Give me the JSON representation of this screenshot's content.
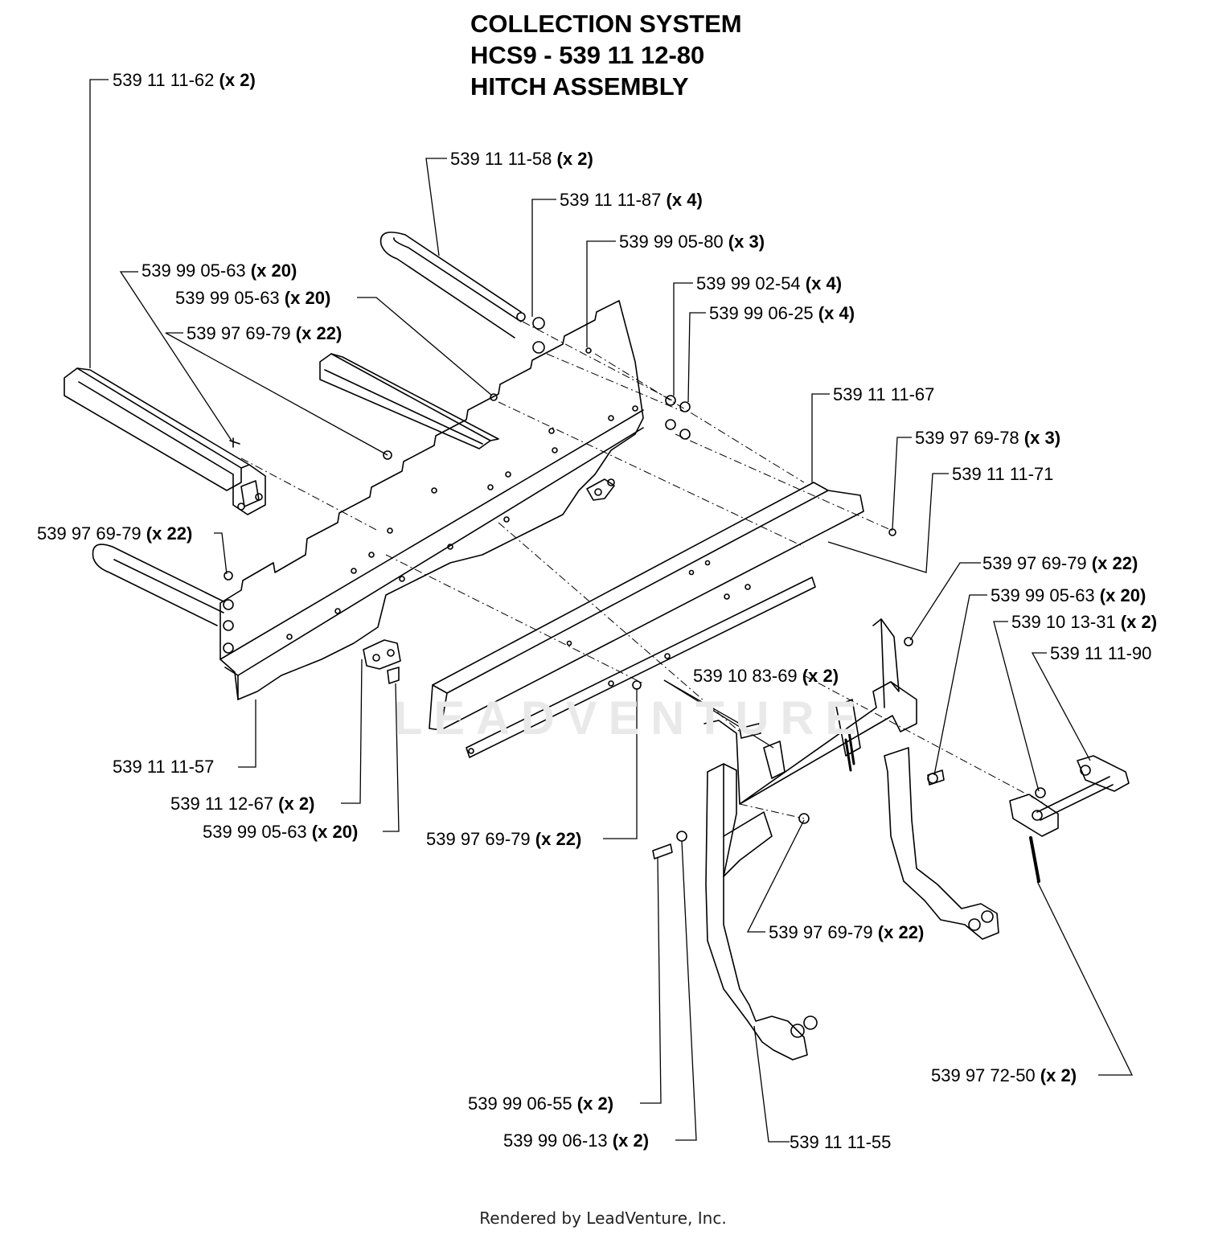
{
  "title": {
    "line1": "COLLECTION SYSTEM",
    "line2": "HCS9 - 539 11 12-80",
    "line3": "HITCH ASSEMBLY"
  },
  "watermark": "LEADVENTURE",
  "footer": "Rendered by LeadVenture, Inc.",
  "labels": [
    {
      "part": "539 11 11-62",
      "qty": "(x 2)"
    },
    {
      "part": "539 11 11-58",
      "qty": "(x 2)"
    },
    {
      "part": "539 11 11-87",
      "qty": "(x 4)"
    },
    {
      "part": "539 99 05-80",
      "qty": "(x 3)"
    },
    {
      "part": "539 99 05-63",
      "qty": "(x 20)"
    },
    {
      "part": "539 99 02-54",
      "qty": "(x 4)"
    },
    {
      "part": "539 99 05-63",
      "qty": "(x 20)"
    },
    {
      "part": "539 99 06-25",
      "qty": "(x 4)"
    },
    {
      "part": "539 97 69-79",
      "qty": "(x 22)"
    },
    {
      "part": "539 11 11-67",
      "qty": ""
    },
    {
      "part": "539 97 69-78",
      "qty": "(x 3)"
    },
    {
      "part": "539 11 11-71",
      "qty": ""
    },
    {
      "part": "539 97 69-79",
      "qty": "(x 22)"
    },
    {
      "part": "539 97 69-79",
      "qty": "(x 22)"
    },
    {
      "part": "539 99 05-63",
      "qty": "(x 20)"
    },
    {
      "part": "539 10 13-31",
      "qty": "(x 2)"
    },
    {
      "part": "539 11 11-90",
      "qty": ""
    },
    {
      "part": "539 10 83-69",
      "qty": "(x 2)"
    },
    {
      "part": "539 11 11-57",
      "qty": ""
    },
    {
      "part": "539 11 12-67",
      "qty": "(x 2)"
    },
    {
      "part": "539 99 05-63",
      "qty": "(x 20)"
    },
    {
      "part": "539 97 69-79",
      "qty": "(x 22)"
    },
    {
      "part": "539 97 69-79",
      "qty": "(x 22)"
    },
    {
      "part": "539 97 72-50",
      "qty": "(x 2)"
    },
    {
      "part": "539 99 06-55",
      "qty": "(x 2)"
    },
    {
      "part": "539 99 06-13",
      "qty": "(x 2)"
    },
    {
      "part": "539 11 11-55",
      "qty": ""
    }
  ]
}
